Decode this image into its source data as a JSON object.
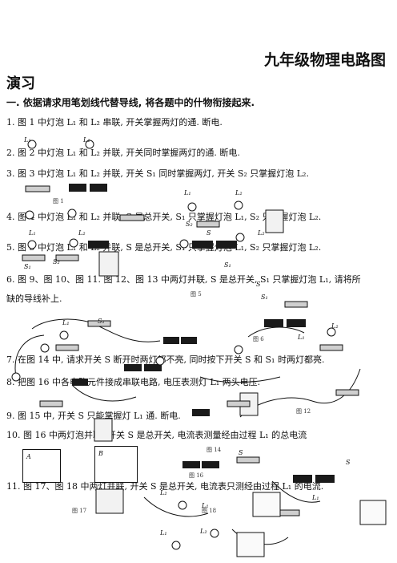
{
  "doc": {
    "title": "九年级物理电路图",
    "subtitle": "演习",
    "instruction": "一. 依据请求用笔划线代替导线, 将各题中的什物衔接起来."
  },
  "questions": [
    "1. 图 1 中灯泡 L₁ 和 L₂ 串联, 开关掌握两灯的通. 断电.",
    "2. 图 2 中灯泡 L₁ 和 L₂ 并联, 开关同时掌握两灯的通. 断电.",
    "3. 图 3 中灯泡 L₁ 和 L₂ 并联, 开关 S₁ 同时掌握两灯, 开关 S₂ 只掌握灯泡 L₂.",
    "4. 图 4 中灯泡 L₁ 和 L₂ 并联, S 是总开关, S₁ 只掌握灯泡 L₁, S₂ 只掌握灯泡 L₂.",
    "5. 图 5 中灯泡 L₁ 和 L₂ 并联, S 是总开关, S₁ 只掌握灯泡 L₁, S₂ 只掌握灯泡 L₂.",
    "6. 图 9、图 10、图 11. 图 12、图 13 中两灯并联, S 是总开关, S₁ 只掌握灯泡 L₁, 请将所",
    "缺的导线补上.",
    "7. 在图 14 中, 请求开关 S 断开时两灯都不亮, 同时按下开关 S 和 S₁ 时两灯都亮.",
    "8. 把图 16 中各电路元件接成串联电路, 电压表测灯 L₁ 两头电压.",
    "9. 图 15 中, 开关 S 只能掌握灯 L₁ 通. 断电.",
    "10. 图 16 中两灯泡并联, 开关 S 是总开关, 电流表测量经由过程 L₁ 的总电流",
    "11. 图 17、图 18 中两灯并联, 开关 S 是总开关, 电流表只测经由过程 L₁ 的电流."
  ],
  "figure_captions": [
    "图 1",
    "图 5",
    "图 6",
    "图 12",
    "图 14",
    "图 16",
    "图 17",
    "图 18"
  ],
  "component_labels": {
    "L1": "L₁",
    "L2": "L₂",
    "S": "S",
    "S1": "S₁",
    "S2": "S₂",
    "A": "A",
    "B": "B"
  }
}
